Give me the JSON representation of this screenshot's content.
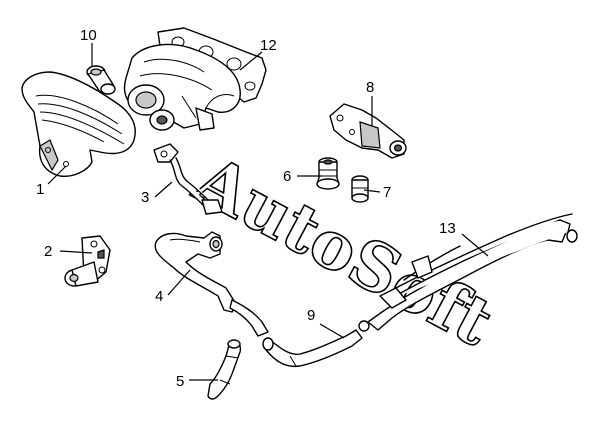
{
  "watermark": {
    "text": "AutoSoft"
  },
  "callouts": [
    {
      "id": "1",
      "label": "1"
    },
    {
      "id": "2",
      "label": "2"
    },
    {
      "id": "3",
      "label": "3"
    },
    {
      "id": "4",
      "label": "4"
    },
    {
      "id": "5",
      "label": "5"
    },
    {
      "id": "6",
      "label": "6"
    },
    {
      "id": "7",
      "label": "7"
    },
    {
      "id": "8",
      "label": "8"
    },
    {
      "id": "9",
      "label": "9"
    },
    {
      "id": "10",
      "label": "10"
    },
    {
      "id": "12",
      "label": "12"
    },
    {
      "id": "13",
      "label": "13"
    }
  ]
}
